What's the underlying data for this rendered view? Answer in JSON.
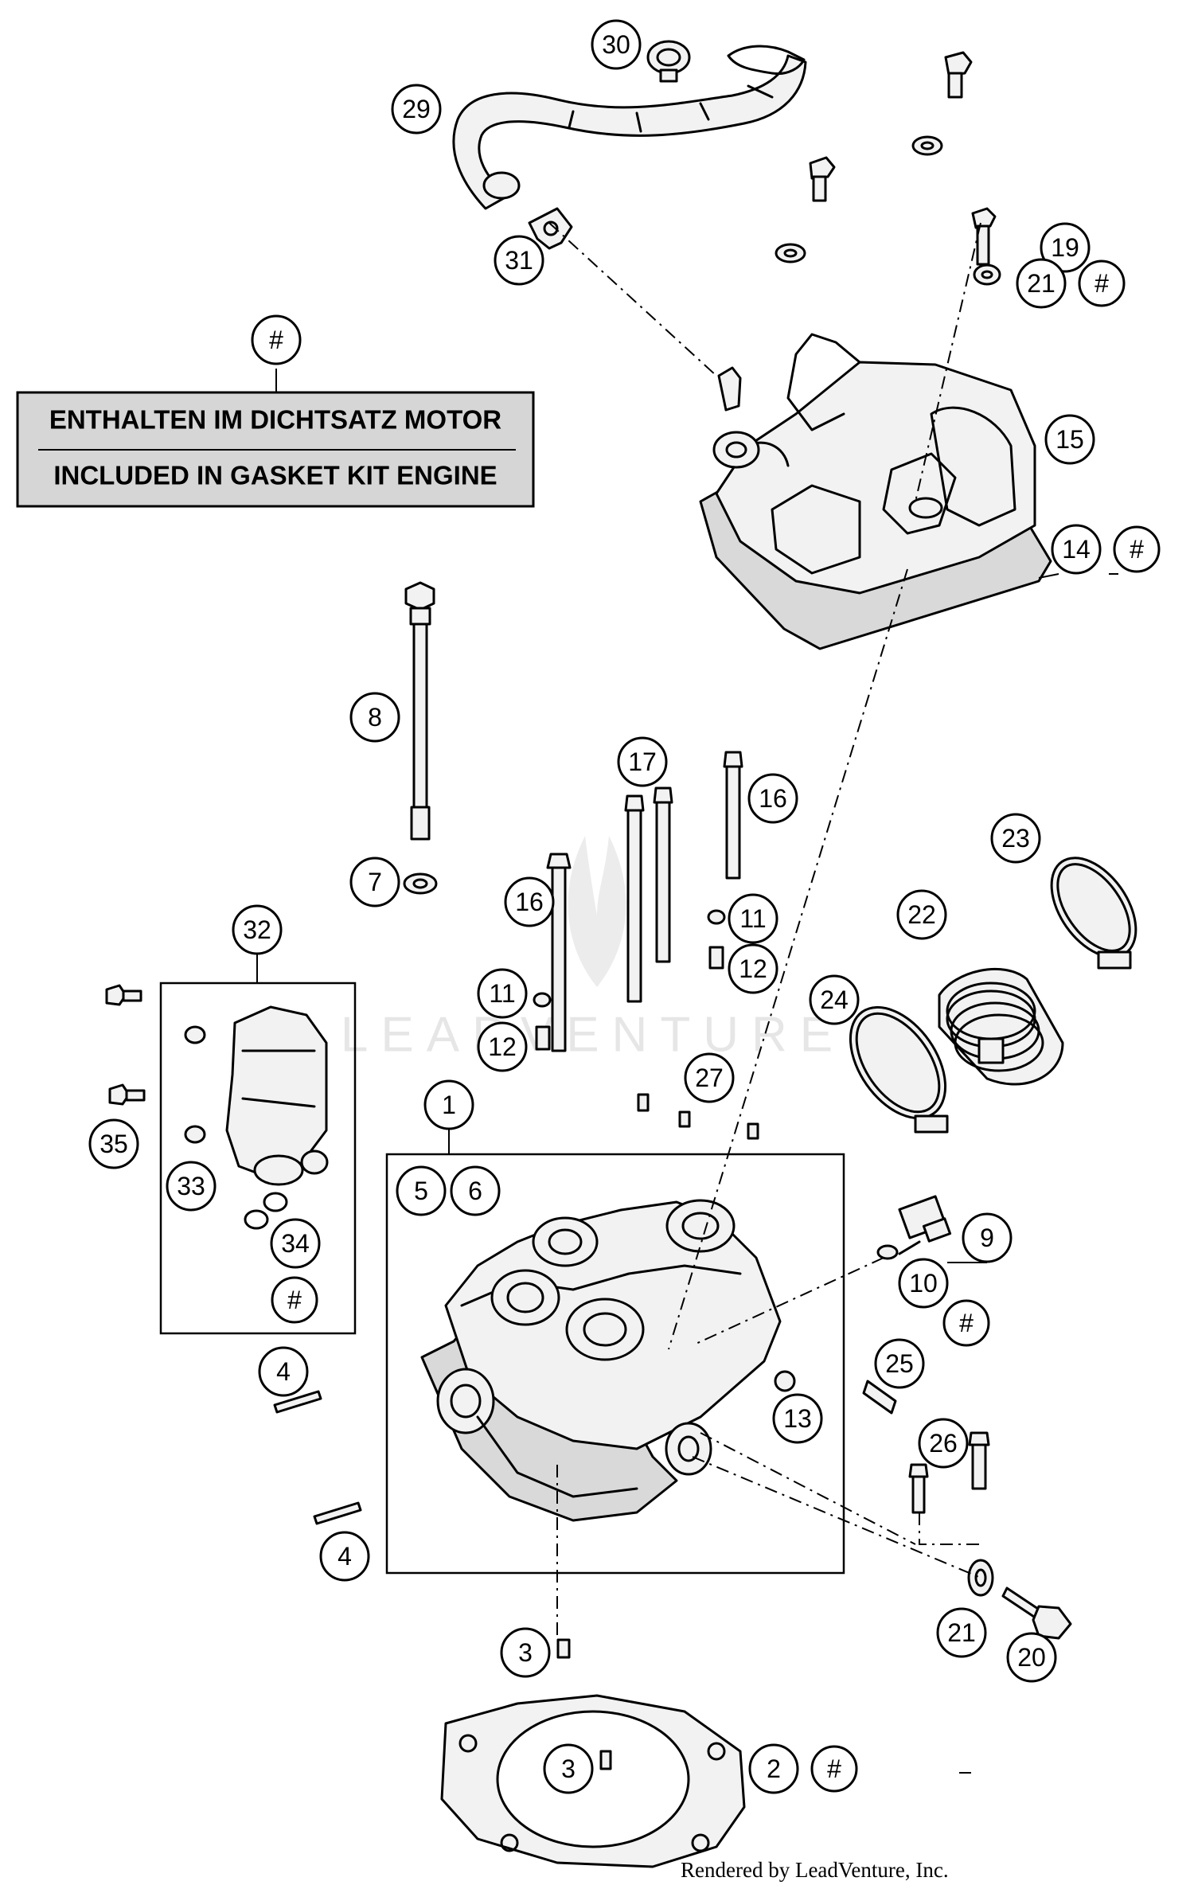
{
  "note": {
    "marker": "#",
    "line_de": "ENTHALTEN IM DICHTSATZ MOTOR",
    "line_en": "INCLUDED IN GASKET KIT ENGINE"
  },
  "watermark": "LEADVENTURE",
  "footer": "Rendered by LeadVenture, Inc.",
  "callouts": {
    "c1": "1",
    "c2": "2",
    "c2_hash": "#",
    "c3a": "3",
    "c3b": "3",
    "c4a": "4",
    "c4b": "4",
    "c5": "5",
    "c6": "6",
    "c7": "7",
    "c8": "8",
    "c9": "9",
    "c10": "10",
    "c10_hash": "#",
    "c11a": "11",
    "c11b": "11",
    "c12a": "12",
    "c12b": "12",
    "c13": "13",
    "c14": "14",
    "c14_hash": "#",
    "c15": "15",
    "c16a": "16",
    "c16b": "16",
    "c17": "17",
    "c19": "19",
    "c20": "20",
    "c21a": "21",
    "c21a_hash": "#",
    "c21b": "21",
    "c22": "22",
    "c23": "23",
    "c24": "24",
    "c25": "25",
    "c26": "26",
    "c27": "27",
    "c29": "29",
    "c30": "30",
    "c31": "31",
    "c32": "32",
    "c33": "33",
    "c34": "34",
    "c34_hash": "#",
    "c35": "35"
  }
}
